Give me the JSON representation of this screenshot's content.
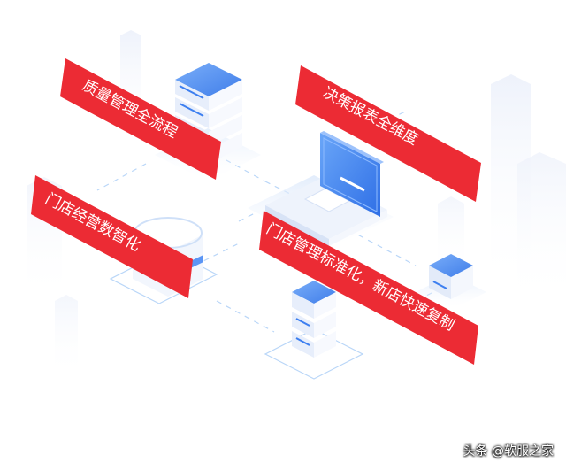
{
  "banners": {
    "quality": "质量管理全流程",
    "decision": "决策报表全维度",
    "digital": "门店经营数智化",
    "standard": "门店管理标准化，新店快速复制"
  },
  "watermark": "头条 @软服之家",
  "colors": {
    "banner_red": "#ec2b34",
    "accent_blue": "#3d7ff0",
    "cube_top": "#5b95f5",
    "line_blue": "#b9d6f8"
  }
}
